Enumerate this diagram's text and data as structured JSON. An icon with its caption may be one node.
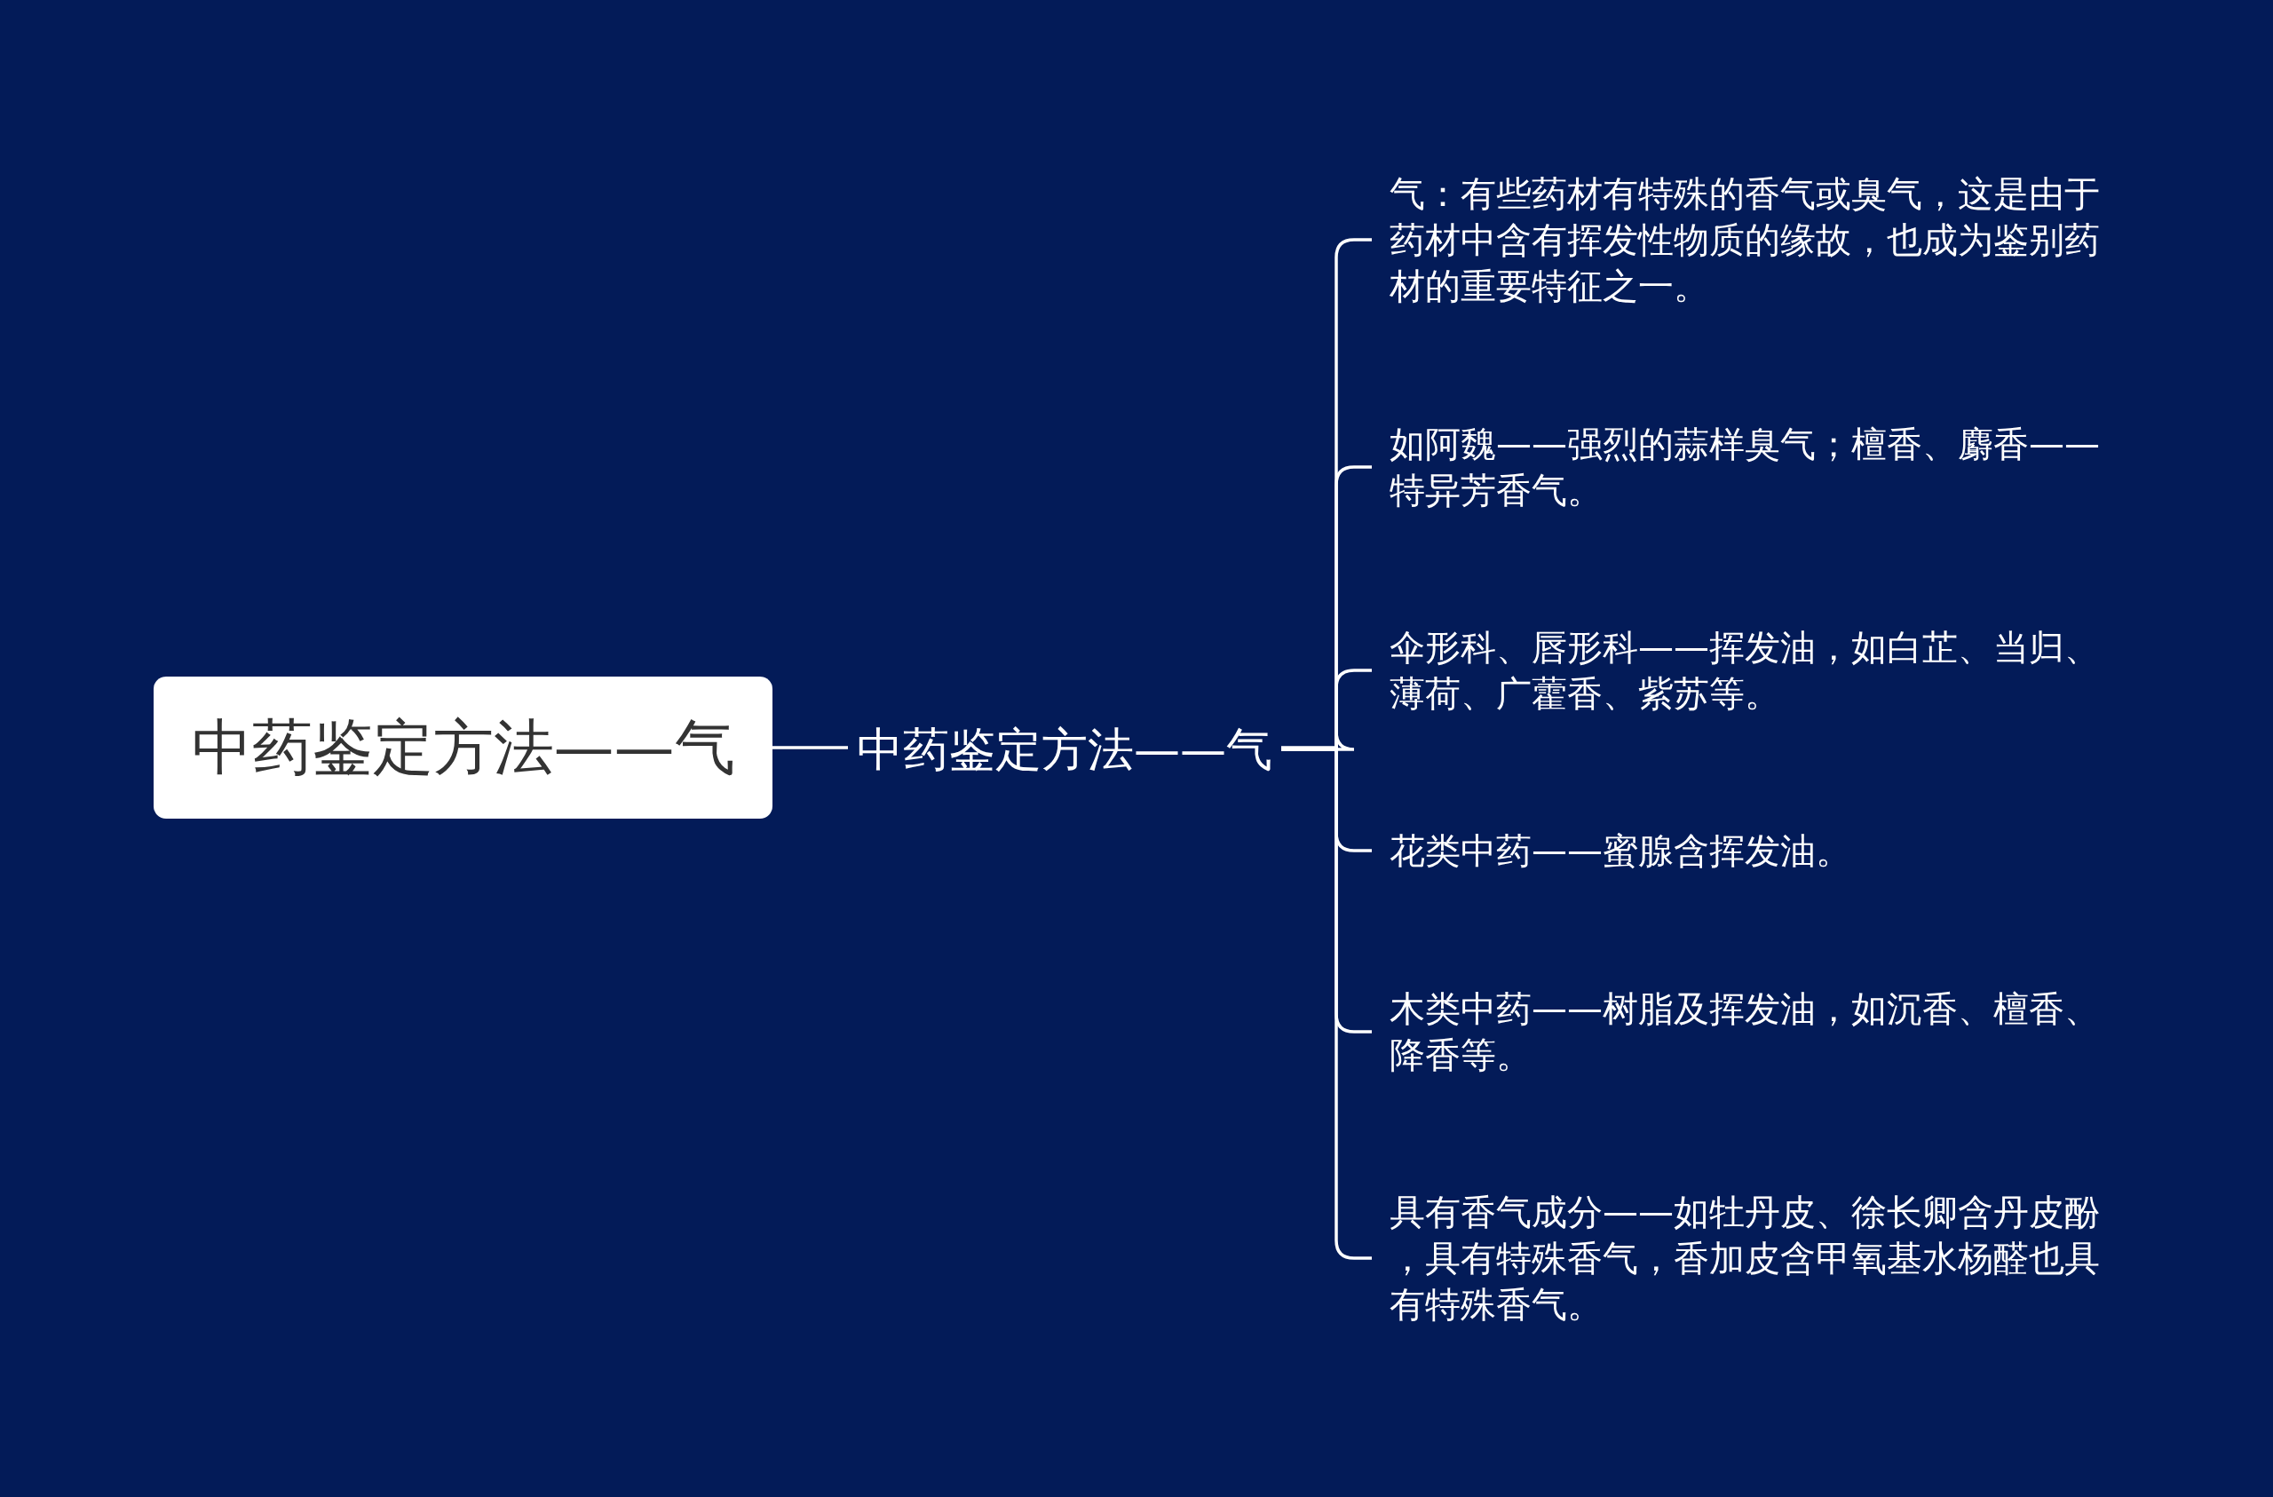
{
  "diagram": {
    "nodes": [
      {
        "text": [
          "中药鉴定方法——气"
        ]
      },
      {
        "text": [
          "中药鉴定方法——气"
        ]
      },
      {
        "text": [
          "气：有些药材有特殊的香气或臭气，这是由于药材中含有挥发性物质的缘故，也成为鉴别药材的重要特征之一。"
        ]
      },
      {
        "text": [
          "如阿魏——强烈的蒜样臭气；檀香、麝香——特异芳香气。"
        ]
      },
      {
        "text": [
          "伞形科、唇形科——挥发油，如白芷、当归、薄荷、广藿香、紫苏等。"
        ]
      },
      {
        "text": [
          "花类中药——蜜腺含挥发油。"
        ]
      },
      {
        "text": [
          "木类中药——树脂及挥发油，如沉香、檀香、降香等。"
        ]
      },
      {
        "text": [
          "具有香气成分——如牡丹皮、徐长卿含丹皮酚，具有特殊香气，香加皮含甲氧基水杨醛也具有特殊香气。"
        ]
      }
    ],
    "edges": [
      {
        "from": 0,
        "to": 1,
        "arrow": "none"
      },
      {
        "from": 1,
        "to": 2,
        "arrow": "none"
      },
      {
        "from": 1,
        "to": 3,
        "arrow": "none"
      },
      {
        "from": 1,
        "to": 4,
        "arrow": "none"
      },
      {
        "from": 1,
        "to": 5,
        "arrow": "none"
      },
      {
        "from": 1,
        "to": 6,
        "arrow": "none"
      },
      {
        "from": 1,
        "to": 7,
        "arrow": "none"
      }
    ]
  }
}
